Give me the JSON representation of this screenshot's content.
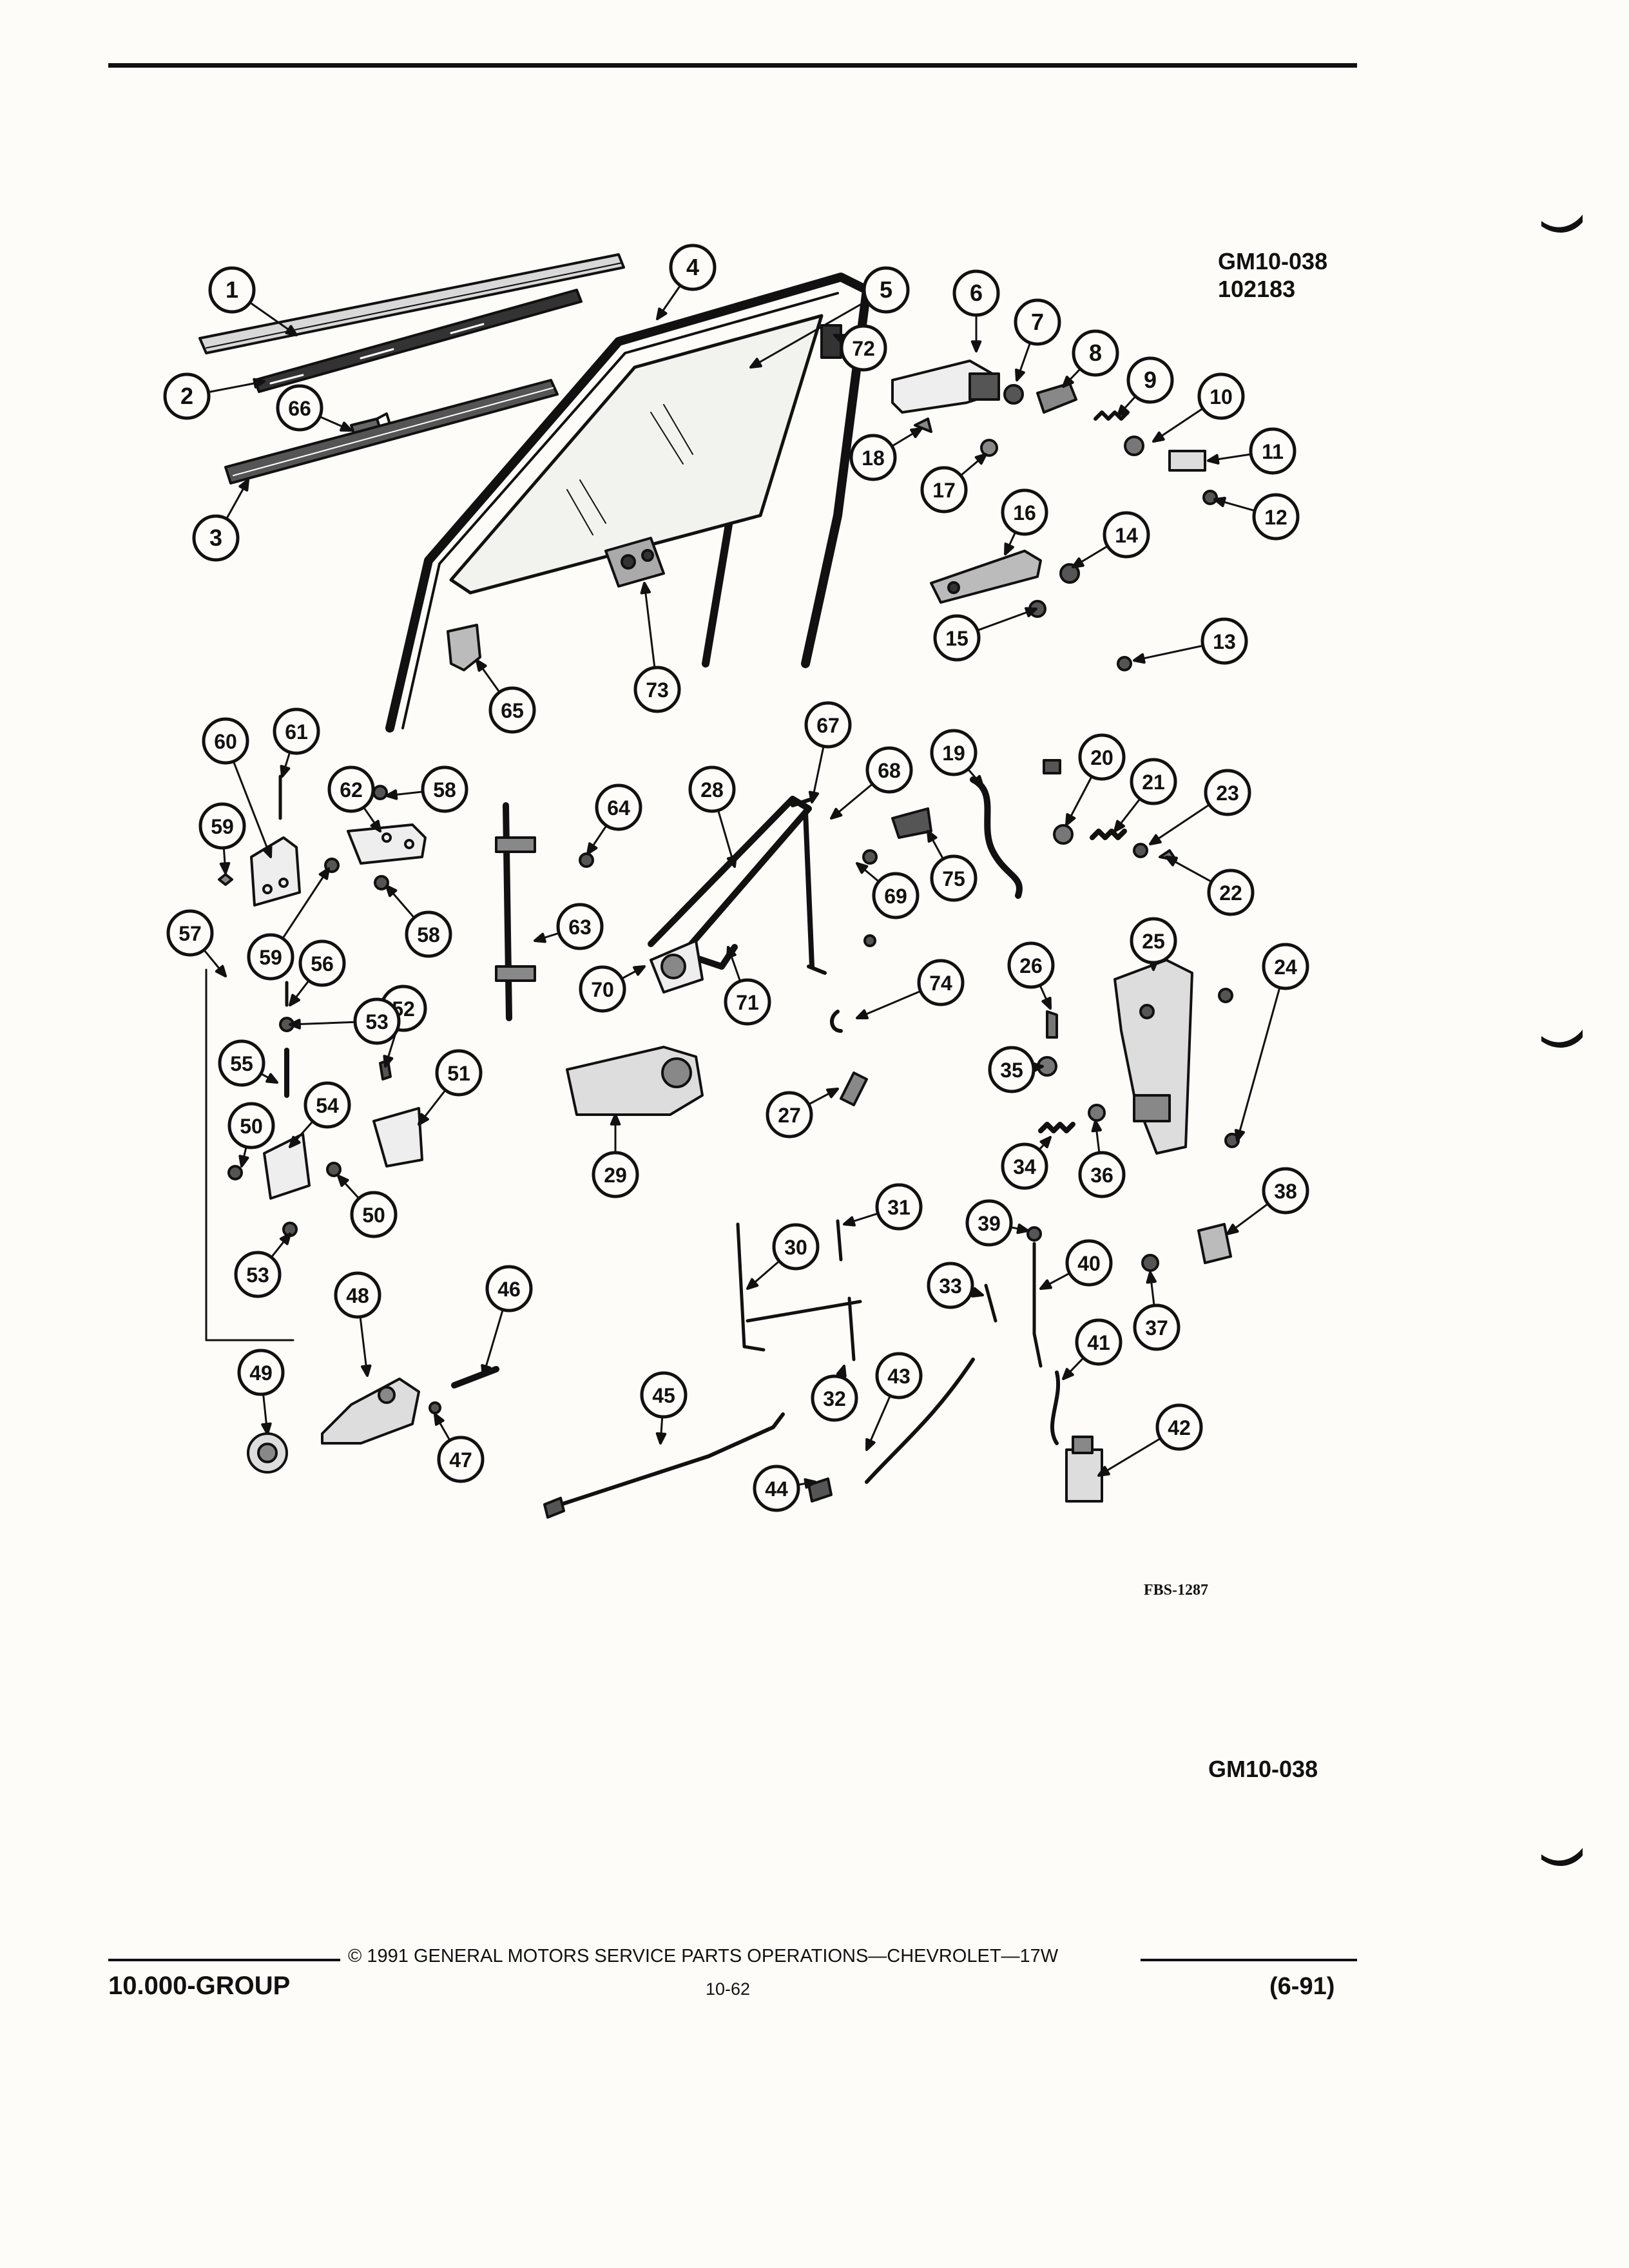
{
  "header": {
    "figure_code": "GM10-038",
    "figure_number": "102183"
  },
  "drawing_code": "FBS-1287",
  "figure_code_bottom": "GM10-038",
  "footer": {
    "group": "10.000-GROUP",
    "copyright": "© 1991 GENERAL MOTORS SERVICE PARTS OPERATIONS—CHEVROLET—17W",
    "page_number": "10-62",
    "date_code": "(6-91)"
  },
  "callouts": [
    {
      "n": "1"
    },
    {
      "n": "2"
    },
    {
      "n": "3"
    },
    {
      "n": "4"
    },
    {
      "n": "5"
    },
    {
      "n": "6"
    },
    {
      "n": "7"
    },
    {
      "n": "8"
    },
    {
      "n": "9"
    },
    {
      "n": "10"
    },
    {
      "n": "11"
    },
    {
      "n": "12"
    },
    {
      "n": "13"
    },
    {
      "n": "14"
    },
    {
      "n": "15"
    },
    {
      "n": "16"
    },
    {
      "n": "17"
    },
    {
      "n": "18"
    },
    {
      "n": "19"
    },
    {
      "n": "20"
    },
    {
      "n": "21"
    },
    {
      "n": "22"
    },
    {
      "n": "23"
    },
    {
      "n": "24"
    },
    {
      "n": "25"
    },
    {
      "n": "26"
    },
    {
      "n": "27"
    },
    {
      "n": "28"
    },
    {
      "n": "29"
    },
    {
      "n": "30"
    },
    {
      "n": "31"
    },
    {
      "n": "32"
    },
    {
      "n": "33"
    },
    {
      "n": "34"
    },
    {
      "n": "35"
    },
    {
      "n": "36"
    },
    {
      "n": "37"
    },
    {
      "n": "38"
    },
    {
      "n": "39"
    },
    {
      "n": "40"
    },
    {
      "n": "41"
    },
    {
      "n": "42"
    },
    {
      "n": "43"
    },
    {
      "n": "44"
    },
    {
      "n": "45"
    },
    {
      "n": "46"
    },
    {
      "n": "47"
    },
    {
      "n": "48"
    },
    {
      "n": "49"
    },
    {
      "n": "50"
    },
    {
      "n": "50"
    },
    {
      "n": "51"
    },
    {
      "n": "52"
    },
    {
      "n": "53"
    },
    {
      "n": "53"
    },
    {
      "n": "54"
    },
    {
      "n": "55"
    },
    {
      "n": "56"
    },
    {
      "n": "57"
    },
    {
      "n": "58"
    },
    {
      "n": "58"
    },
    {
      "n": "59"
    },
    {
      "n": "59"
    },
    {
      "n": "60"
    },
    {
      "n": "61"
    },
    {
      "n": "62"
    },
    {
      "n": "63"
    },
    {
      "n": "64"
    },
    {
      "n": "65"
    },
    {
      "n": "66"
    },
    {
      "n": "67"
    },
    {
      "n": "68"
    },
    {
      "n": "69"
    },
    {
      "n": "70"
    },
    {
      "n": "71"
    },
    {
      "n": "72"
    },
    {
      "n": "73"
    },
    {
      "n": "74"
    },
    {
      "n": "75"
    }
  ]
}
